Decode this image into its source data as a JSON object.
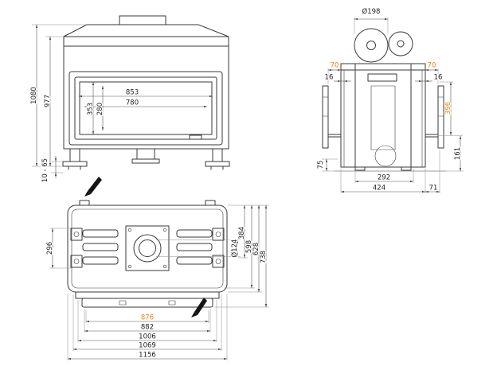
{
  "drawing": {
    "colors": {
      "accent": "#e8820c",
      "line": "#3a3a3a"
    },
    "front_view": {
      "overall_height": "1080",
      "body_height": "977",
      "opening_width": "853",
      "glass_width": "780",
      "opening_height": "353",
      "glass_height": "280",
      "foot_adjust_range": "10 - 65"
    },
    "side_view": {
      "flue_diameter": "Ø198",
      "rail_offset_left": "70",
      "rail_offset_right": "70",
      "frame_inset_left": "16",
      "frame_inset_right": "16",
      "rod_height": "396",
      "lower_height": "161",
      "front_clearance": "75",
      "inner_depth": "292",
      "body_depth": "424",
      "rear_offset": "71"
    },
    "top_view": {
      "latch_spacing": "296",
      "flue_diameter": "Ø124",
      "flue_depth": "384",
      "inner_depth": "598",
      "body_depth": "628",
      "overall_depth": "738",
      "opening_width": "876",
      "front_width": "882",
      "inner_width": "1006",
      "body_width": "1069",
      "overall_width": "1156"
    }
  }
}
